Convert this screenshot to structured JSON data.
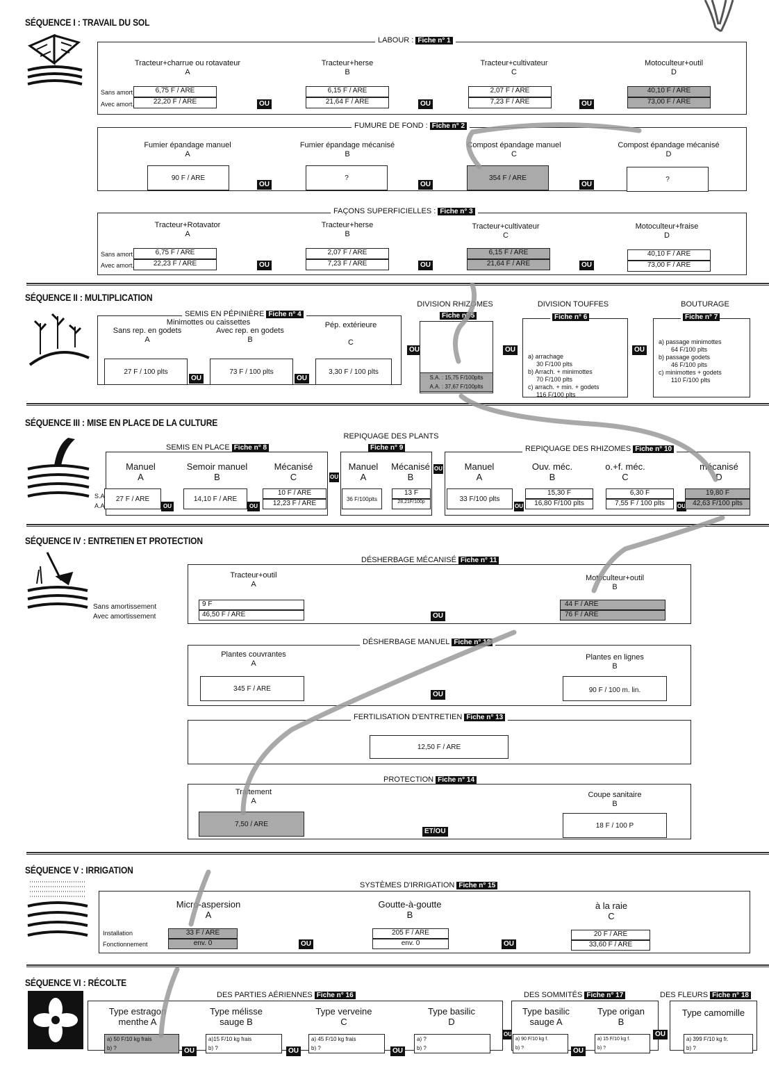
{
  "seq1": {
    "title": "SÉQUENCE I : TRAVAIL DU SOL",
    "labour": {
      "title": "LABOUR :",
      "fiche": "Fiche n° 1",
      "cols": [
        {
          "name": "Tracteur+charrue ou rotavateur",
          "letter": "A",
          "v1": "6,75 F / ARE",
          "v2": "22,20 F / ARE"
        },
        {
          "name": "Tracteur+herse",
          "letter": "B",
          "v1": "6,15 F / ARE",
          "v2": "21,64 F / ARE"
        },
        {
          "name": "Tracteur+cultivateur",
          "letter": "C",
          "v1": "2,07 F / ARE",
          "v2": "7,23 F / ARE"
        },
        {
          "name": "Motoculteur+outil",
          "letter": "D",
          "v1": "40,10 F / ARE",
          "v2": "73,00 F / ARE"
        }
      ],
      "row1": "Sans amort.",
      "row2": "Avec amort."
    },
    "fumure": {
      "title": "FUMURE DE FOND :",
      "fiche": "Fiche n° 2",
      "cols": [
        {
          "name": "Fumier épandage manuel",
          "letter": "A",
          "v": "90 F / ARE"
        },
        {
          "name": "Fumier épandage mécanisé",
          "letter": "B",
          "v": "?"
        },
        {
          "name": "Compost épandage manuel",
          "letter": "C",
          "v": "354 F / ARE"
        },
        {
          "name": "Compost épandage mécanisé",
          "letter": "D",
          "v": "?"
        }
      ]
    },
    "facons": {
      "title": "FAÇONS SUPERFICIELLES :",
      "fiche": "Fiche n° 3",
      "cols": [
        {
          "name": "Tracteur+Rotavator",
          "letter": "A",
          "v1": "6,75 F / ARE",
          "v2": "22,23 F / ARE"
        },
        {
          "name": "Tracteur+herse",
          "letter": "B",
          "v1": "2,07 F / ARE",
          "v2": "7,23 F / ARE"
        },
        {
          "name": "Tracteur+cultivateur",
          "letter": "C",
          "v1": "6,15 F / ARE",
          "v2": "21,64 F / ARE"
        },
        {
          "name": "Motoculteur+fraise",
          "letter": "D",
          "v1": "40,10 F / ARE",
          "v2": "73,00 F / ARE"
        }
      ],
      "row1": "Sans amort.",
      "row2": "Avec amort."
    }
  },
  "ou": "OU",
  "etou": "ET/OU",
  "seq2": {
    "title": "SÉQUENCE II : MULTIPLICATION",
    "semis": {
      "title": "SEMIS EN PÉPINIÈRE",
      "fiche": "Fiche n° 4",
      "minimottes": "Minimottes ou caissettes",
      "a": "Sans rep. en godets",
      "al": "A",
      "av": "27 F / 100 plts",
      "b": "Avec rep. en godets",
      "bl": "B",
      "bv": "73 F / 100 plts",
      "c": "Pép. extérieure",
      "cl": "C",
      "cv": "3,30 F / 100 plts"
    },
    "rhiz": {
      "title": "DIVISION RHIZOMES",
      "fiche": "Fiche n° 5",
      "sa": "S.A. : 15,75 F/100plts",
      "aa": "A.A. : 37,67 F/100plts"
    },
    "touffes": {
      "title": "DIVISION TOUFFES",
      "fiche": "Fiche n° 6",
      "lines": [
        "a) arrachage",
        "30 F/100 plts",
        "b) Arrach. + minimottes",
        "70 F/100 plts",
        "c) arrach. + min. + godets",
        "116 F/100 plts"
      ]
    },
    "bout": {
      "title": "BOUTURAGE",
      "fiche": "Fiche n° 7",
      "lines": [
        "a) passage minimottes",
        "64 F/100 plts",
        "b) passage godets",
        "46 F/100 plts",
        "c) minimottes + godets",
        "110 F/100 plts"
      ]
    }
  },
  "seq3": {
    "title": "SÉQUENCE III : MISE EN PLACE DE LA CULTURE",
    "semis": {
      "title": "SEMIS EN PLACE",
      "fiche": "Fiche n° 8",
      "cols": [
        {
          "name": "Manuel",
          "letter": "A",
          "v": "27 F / ARE"
        },
        {
          "name": "Semoir manuel",
          "letter": "B",
          "v": "14,10 F / ARE"
        },
        {
          "name": "Mécanisé",
          "letter": "C",
          "v1": "10 F / ARE",
          "v2": "12,23 F / ARE"
        }
      ]
    },
    "plants": {
      "title": "REPIQUAGE DES PLANTS",
      "fiche": "Fiche n° 9",
      "cols": [
        {
          "name": "Manuel",
          "letter": "A",
          "v": "36 F/100plts"
        },
        {
          "name": "Mécanisé",
          "letter": "B",
          "v1": "13 F",
          "v2": "28,21F/100p"
        }
      ]
    },
    "rhiz": {
      "title": "REPIQUAGE DES RHIZOMES",
      "fiche": "Fiche n° 10",
      "cols": [
        {
          "name": "Manuel",
          "letter": "A",
          "v": "33 F/100 plts"
        },
        {
          "name": "Ouv. méc.",
          "letter": "B",
          "v1": "15,30 F",
          "v2": "16,80 F/100 plts"
        },
        {
          "name": "o.+f. méc.",
          "letter": "C",
          "v1": "6,30 F",
          "v2": "7,55 F / 100 plts"
        },
        {
          "name": "mécanisé",
          "letter": "D",
          "v1": "19,80 F",
          "v2": "42,63 F/100 plts"
        }
      ]
    },
    "sa": "S.A.",
    "aa": "A.A."
  },
  "seq4": {
    "title": "SÉQUENCE IV : ENTRETIEN ET PROTECTION",
    "desmeca": {
      "title": "DÉSHERBAGE MÉCANISÉ",
      "fiche": "Fiche n° 11",
      "a": "Tracteur+outil",
      "al": "A",
      "av1": "9 F",
      "av2": "46,50 F / ARE",
      "b": "Motoculteur+outil",
      "bl": "B",
      "bv1": "44 F / ARE",
      "bv2": "76 F / ARE",
      "r1": "Sans amortissement",
      "r2": "Avec amortissement"
    },
    "desman": {
      "title": "DÉSHERBAGE MANUEL",
      "fiche": "Fiche n° 12",
      "a": "Plantes couvrantes",
      "al": "A",
      "av": "345 F / ARE",
      "b": "Plantes en lignes",
      "bl": "B",
      "bv": "90 F / 100 m. lin."
    },
    "fert": {
      "title": "FERTILISATION D'ENTRETIEN",
      "fiche": "Fiche n° 13",
      "v": "12,50 F / ARE"
    },
    "prot": {
      "title": "PROTECTION",
      "fiche": "Fiche n° 14",
      "a": "Traitement",
      "al": "A",
      "av": "7,50 / ARE",
      "b": "Coupe sanitaire",
      "bl": "B",
      "bv": "18 F / 100 P"
    }
  },
  "seq5": {
    "title": "SÉQUENCE V : IRRIGATION",
    "sys": {
      "title": "SYSTÈMES D'IRRIGATION",
      "fiche": "Fiche n° 15",
      "cols": [
        {
          "name": "Micro-aspersion",
          "letter": "A",
          "v1": "33 F / ARE",
          "v2": "env. 0"
        },
        {
          "name": "Goutte-à-goutte",
          "letter": "B",
          "v1": "205 F / ARE",
          "v2": "env. 0"
        },
        {
          "name": "à la raie",
          "letter": "C",
          "v1": "20 F / ARE",
          "v2": "33,60 F / ARE"
        }
      ],
      "r1": "Installation",
      "r2": "Fonctionnement"
    }
  },
  "seq6": {
    "title": "SÉQUENCE VI : RÉCOLTE",
    "aer": {
      "title": "DES PARTIES AÉRIENNES",
      "fiche": "Fiche n° 16",
      "cols": [
        {
          "n1": "Type estragon",
          "n2": "menthe  A",
          "v1": "a) 50 F/10 kg frais",
          "v2": "b) ?"
        },
        {
          "n1": "Type mélisse",
          "n2": "sauge  B",
          "v1": "a)15 F/10 kg frais",
          "v2": "b) ?"
        },
        {
          "n1": "Type verveine",
          "n2": "C",
          "v1": "a) 45 F/10 kg frais",
          "v2": "b) ?"
        },
        {
          "n1": "Type basilic",
          "n2": "D",
          "v1": "a) ?",
          "v2": "b) ?"
        }
      ]
    },
    "som": {
      "title": "DES SOMMITÉS",
      "fiche": "Fiche n° 17",
      "cols": [
        {
          "n1": "Type basilic",
          "n2": "sauge  A",
          "v1": "a) 90 F/10 kg f.",
          "v2": "b) ?"
        },
        {
          "n1": "Type origan",
          "n2": "B",
          "v1": "a) 15 F/10 kg f.",
          "v2": "b) ?"
        }
      ]
    },
    "fleurs": {
      "title": "DES FLEURS",
      "fiche": "Fiche n° 18",
      "n1": "Type camomille",
      "v1": "a) 399 F/10 kg fr.",
      "v2": "b) ?"
    }
  },
  "colors": {
    "highlight": "#aaaaaa",
    "ink": "#111111"
  },
  "icons": [
    "plough-icon",
    "seedling-icon",
    "planting-icon",
    "hoe-icon",
    "water-icon",
    "flower-icon",
    "hand-sketch-icon"
  ]
}
